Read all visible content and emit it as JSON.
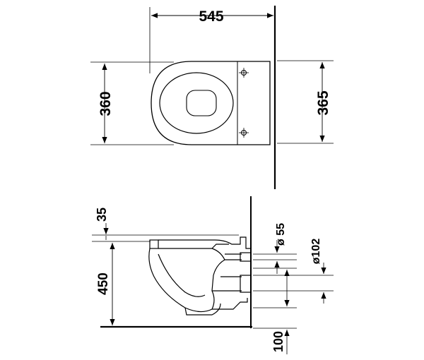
{
  "dimensions": {
    "overall_depth": "545",
    "bowl_width": "360",
    "plate_height": "365",
    "seat_offset": "35",
    "seat_height": "450",
    "inlet_diameter": "ø 55",
    "outlet_diameter": "ø102",
    "floor_clearance": "100"
  },
  "colors": {
    "line": "#000000",
    "background": "#ffffff"
  }
}
